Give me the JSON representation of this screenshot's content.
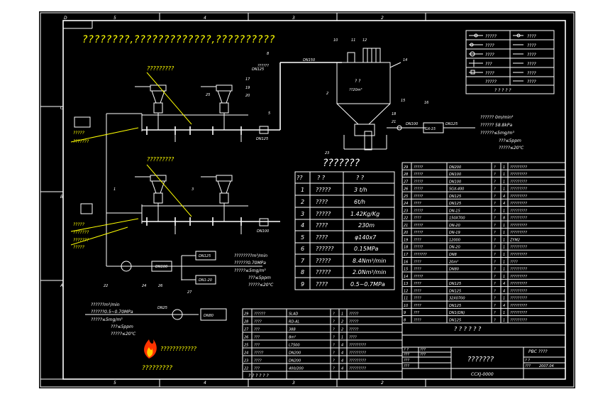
{
  "drawing": {
    "main_title": "????????,?????????????,??????????",
    "zone_letters": [
      "D",
      "C",
      "B",
      "A"
    ],
    "zone_numbers_top": [
      "5",
      "4",
      "3",
      "2"
    ],
    "zone_numbers_bottom": [
      "5",
      "4",
      "3",
      "2"
    ]
  },
  "callouts": {
    "upper_group": "?????????",
    "lower_group": "?????????",
    "system_title": "???????",
    "flame_caption": "????????????",
    "bottom_caption": "?????????",
    "left_label_1": "?????",
    "left_label_2": "???????",
    "left_label_3": "?????",
    "left_label_4": "???????",
    "left_label_5": "???????",
    "left_label_6": "?????",
    "top_label": "??????",
    "hopper_label": "? ?",
    "hopper_volume": "??20m³",
    "dn_top": "DN150"
  },
  "right_notes": {
    "line1": "?????? 0m/min³",
    "line2": "?????? 58.8kPa",
    "line3": "??????≤5mg/m³",
    "line4": "???≤5ppm",
    "line5": "?????≤20℃"
  },
  "mid_notes": {
    "line1": "????????m³/min",
    "line2": "??????0.70MPa",
    "line3": "?????≤5mg/m³",
    "line4": "???≤5ppm",
    "line5": "?????≤20℃"
  },
  "left_notes": {
    "line1": "??????m³/min",
    "line2": "??????0.5~0.70MPa",
    "line3": "?????≤5mg/m³",
    "line4": "???≤5ppm",
    "line5": "?????≤20℃"
  },
  "param_table": {
    "headers": [
      "??",
      "?  ?",
      "?  ?"
    ],
    "rows": [
      [
        "1",
        "?????",
        "3 t/h"
      ],
      [
        "2",
        "????",
        "6t/h"
      ],
      [
        "3",
        "?????",
        "1.42Kg/Kg"
      ],
      [
        "4",
        "????",
        "230m"
      ],
      [
        "5",
        "????",
        "φ140x7"
      ],
      [
        "6",
        "??????",
        "0.15MPa"
      ],
      [
        "7",
        "?????",
        "8.4Nm³/min"
      ],
      [
        "8",
        "?????",
        "2.0Nm³/min"
      ],
      [
        "9",
        "????",
        "0.5~0.7MPa"
      ]
    ]
  },
  "legend": {
    "rows": [
      [
        "?????",
        "????"
      ],
      [
        "????",
        "????"
      ],
      [
        "????",
        "????"
      ],
      [
        "???",
        "????"
      ],
      [
        "????",
        "????"
      ],
      [
        "?????",
        "????"
      ]
    ],
    "footer": "? ? ? ? ?"
  },
  "parts_upper": {
    "rows": [
      [
        "29",
        "?????",
        "DN200",
        "?",
        "1",
        "?????????"
      ],
      [
        "28",
        "?????",
        "DN100",
        "?",
        "1",
        "?????????"
      ],
      [
        "27",
        "?????",
        "DN100",
        "?",
        "1",
        "?????????"
      ],
      [
        "26",
        "?????",
        "SGX-400",
        "?",
        "1",
        "?????????"
      ],
      [
        "25",
        "?????",
        "DN125",
        "?",
        "4",
        "?????????"
      ],
      [
        "24",
        "????",
        "DN125",
        "?",
        "4",
        "?????????"
      ],
      [
        "23",
        "?????",
        "DN-15",
        "?",
        "1",
        "?????????"
      ],
      [
        "22",
        "????",
        "150X700",
        "?",
        "8",
        "?????????"
      ],
      [
        "21",
        "?????",
        "DN-20",
        "?",
        "1",
        "?????????"
      ],
      [
        "20",
        "?????",
        "DN-19",
        "?",
        "1",
        "?????????"
      ],
      [
        "19",
        "????",
        "12000",
        "?",
        "1",
        "ZYM2"
      ],
      [
        "18",
        "?????",
        "DN-20",
        "?",
        "1",
        "?????????"
      ],
      [
        "17",
        "???????",
        "DN8",
        "?",
        "1",
        "?????????"
      ],
      [
        "16",
        "????",
        "20m³",
        "?",
        "1",
        "????"
      ],
      [
        "15",
        "????",
        "DN80",
        "?",
        "1",
        "?????????"
      ],
      [
        "14",
        "?????",
        "",
        "?",
        "1",
        "?????????"
      ],
      [
        "13",
        "????",
        "DN125",
        "?",
        "4",
        "?????????"
      ],
      [
        "12",
        "????",
        "DN125",
        "?",
        "4",
        "?????????"
      ],
      [
        "11",
        "????",
        "32X0700",
        "?",
        "1",
        "?????????"
      ],
      [
        "10",
        "????",
        "DN125",
        "?",
        "4",
        "?????????"
      ],
      [
        "9",
        "???",
        "DN1(DN)",
        "?",
        "1",
        "?????????"
      ],
      [
        "8",
        "????",
        "DN125",
        "?",
        "1",
        "?????????"
      ]
    ],
    "footer": "?  ?   ?   ?   ?   ?"
  },
  "parts_lower": {
    "rows": [
      [
        "29",
        "??????",
        "SLAD",
        "?",
        "1",
        "?????"
      ],
      [
        "28",
        "????",
        "RD-AL",
        "?",
        "2",
        "?????"
      ],
      [
        "27",
        "???",
        "38B",
        "?",
        "2",
        "?????"
      ],
      [
        "26",
        "???",
        "8m³",
        "?",
        "1",
        "????"
      ],
      [
        "25",
        "???",
        "L7500",
        "?",
        "4",
        "?????????"
      ],
      [
        "24",
        "?????",
        "DN200",
        "?",
        "4",
        "?????????"
      ],
      [
        "23",
        "????",
        "DN200",
        "?",
        "4",
        "?????????"
      ],
      [
        "22",
        "???",
        "400/200",
        "?",
        "4",
        "?????????"
      ]
    ],
    "footer": "?   ?     ?      ?   ?   ?"
  },
  "title_block": {
    "drawing_name": "???????",
    "company": "PBC ????",
    "drawing_no": "CCXJ-0000",
    "date": "2007.04",
    "role_1": "? ?",
    "role_2": "???",
    "role_3": "???",
    "role_4": "???",
    "label_1": "???",
    "label_2": "???",
    "label_3": "? ?",
    "label_4": "???"
  },
  "equipment_labels": {
    "e1": "DN125",
    "e2": "DN125",
    "e3": "DN100",
    "e4": "DN100",
    "e5": "DN125",
    "e6": "GX-15",
    "e7": "DN100",
    "e8": "DN125",
    "e9": "DN1-20",
    "e10": "DN25",
    "e11": "DN80"
  },
  "numbers": [
    "1",
    "2",
    "3",
    "4",
    "5",
    "6",
    "7",
    "8",
    "9",
    "10",
    "11",
    "12",
    "13",
    "14",
    "15",
    "16",
    "17",
    "18",
    "19",
    "20",
    "21",
    "22",
    "23",
    "24",
    "25",
    "26",
    "27",
    "28",
    "29"
  ]
}
